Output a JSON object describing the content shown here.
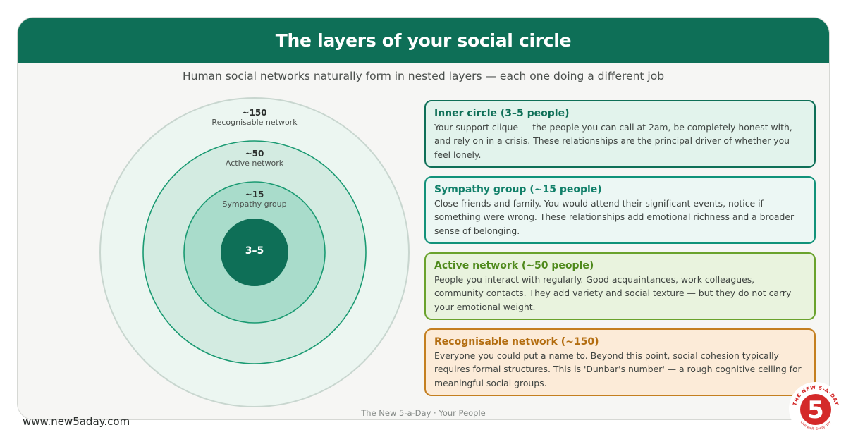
{
  "header": {
    "title": "The layers of your social circle"
  },
  "subtitle": "Human social networks naturally form in nested layers — each one doing a different job",
  "colors": {
    "header_green": "#0e6f57",
    "inner": "#0e6f57",
    "sympathy": "#12927a",
    "active": "#6aa22c",
    "recognisable": "#c47f20"
  },
  "diagram": {
    "rings": [
      {
        "count": "~150",
        "label": "Recognisable network"
      },
      {
        "count": "~50",
        "label": "Active network"
      },
      {
        "count": "~15",
        "label": "Sympathy group"
      }
    ],
    "core": "3–5"
  },
  "boxes": [
    {
      "title": "Inner circle (3–5 people)",
      "body": "Your support clique — the people you can call at 2am, be completely honest with, and rely on in a crisis. These relationships are the principal driver of whether you feel lonely."
    },
    {
      "title": "Sympathy group  (~15 people)",
      "body": "Close friends and family. You would attend their significant events, notice if something were wrong. These relationships add emotional richness and a broader sense of belonging."
    },
    {
      "title": "Active network  (~50 people)",
      "body": "People you interact with regularly. Good acquaintances, work colleagues, community contacts. They add variety and social texture — but they do not carry your emotional weight."
    },
    {
      "title": "Recognisable network  (~150)",
      "body": "Everyone you could put a name to. Beyond this point, social cohesion typically requires formal structures. This is 'Dunbar's number' — a rough cognitive ceiling for meaningful social groups."
    }
  ],
  "footer": {
    "note": "The New 5-a-Day  ·  Your People",
    "website": "www.new5aday.com"
  },
  "logo": {
    "number": "5",
    "arc_top": "THE NEW 5-A-DAY",
    "arc_bottom": "Live well. Every day"
  }
}
